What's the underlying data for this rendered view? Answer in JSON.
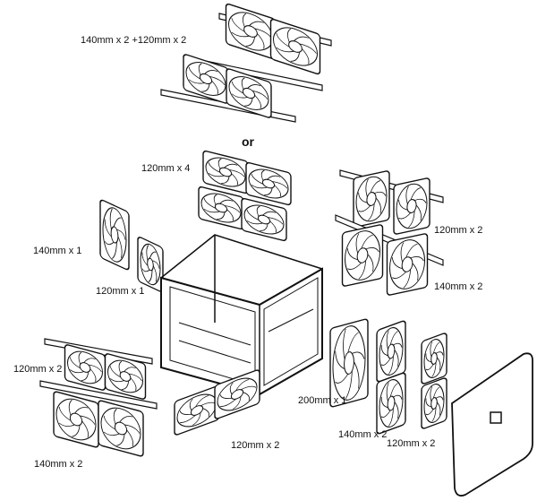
{
  "labels": {
    "top_combo": "140mm x 2 +120mm x 2",
    "or": "or",
    "top_120x4": "120mm x 4",
    "right_top_120x2": "120mm x 2",
    "front_140x1": "140mm x 1",
    "front_120x1": "120mm x 1",
    "right_140x2": "140mm x 2",
    "left_120x2": "120mm x 2",
    "side_200x1": "200mm x 1",
    "side_140x2": "140mm x 2",
    "bottom_120x2": "120mm x 2",
    "side_120x2": "120mm x 2",
    "left_140x2": "140mm x 2"
  },
  "colors": {
    "line": "#111111",
    "background": "#ffffff"
  }
}
